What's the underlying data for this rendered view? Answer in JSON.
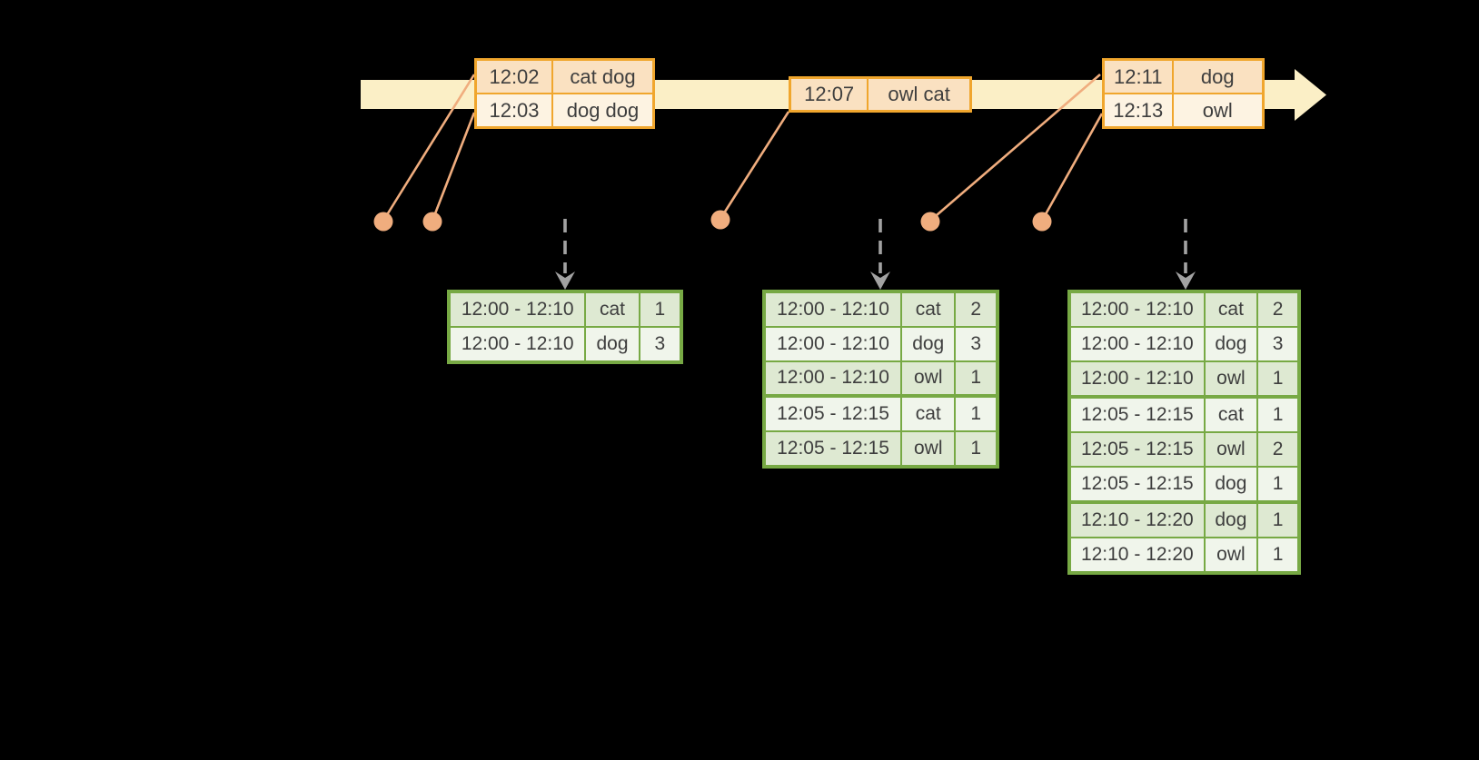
{
  "colors": {
    "background": "#000000",
    "timeline_fill": "#FBEFC6",
    "event_table_border": "#F0A62D",
    "event_row_fill_dark": "#FAE1C1",
    "event_row_fill_light": "#FDF3E2",
    "connector": "#F0AD7E",
    "result_table_border": "#77A944",
    "result_row_fill_dark": "#DEE9D2",
    "result_row_fill_light": "#F0F5EB",
    "trigger_arrow": "#A2A2A2",
    "text": "#3E3E3E"
  },
  "timeline": {
    "event_tables": [
      {
        "rows": [
          {
            "time": "12:02",
            "words": "cat dog"
          },
          {
            "time": "12:03",
            "words": "dog dog"
          }
        ]
      },
      {
        "rows": [
          {
            "time": "12:07",
            "words": "owl cat"
          }
        ]
      },
      {
        "rows": [
          {
            "time": "12:11",
            "words": "dog"
          },
          {
            "time": "12:13",
            "words": "owl"
          }
        ]
      }
    ]
  },
  "result_tables": [
    {
      "rows": [
        {
          "window": "12:00 - 12:10",
          "word": "cat",
          "count": "1"
        },
        {
          "window": "12:00 - 12:10",
          "word": "dog",
          "count": "3"
        }
      ]
    },
    {
      "rows": [
        {
          "window": "12:00 - 12:10",
          "word": "cat",
          "count": "2"
        },
        {
          "window": "12:00 - 12:10",
          "word": "dog",
          "count": "3"
        },
        {
          "window": "12:00 - 12:10",
          "word": "owl",
          "count": "1"
        },
        {
          "window": "12:05 - 12:15",
          "word": "cat",
          "count": "1"
        },
        {
          "window": "12:05 - 12:15",
          "word": "owl",
          "count": "1"
        }
      ]
    },
    {
      "rows": [
        {
          "window": "12:00 - 12:10",
          "word": "cat",
          "count": "2"
        },
        {
          "window": "12:00 - 12:10",
          "word": "dog",
          "count": "3"
        },
        {
          "window": "12:00 - 12:10",
          "word": "owl",
          "count": "1"
        },
        {
          "window": "12:05 - 12:15",
          "word": "cat",
          "count": "1"
        },
        {
          "window": "12:05 - 12:15",
          "word": "owl",
          "count": "2"
        },
        {
          "window": "12:05 - 12:15",
          "word": "dog",
          "count": "1"
        },
        {
          "window": "12:10 - 12:20",
          "word": "dog",
          "count": "1"
        },
        {
          "window": "12:10 - 12:20",
          "word": "owl",
          "count": "1"
        }
      ]
    }
  ]
}
